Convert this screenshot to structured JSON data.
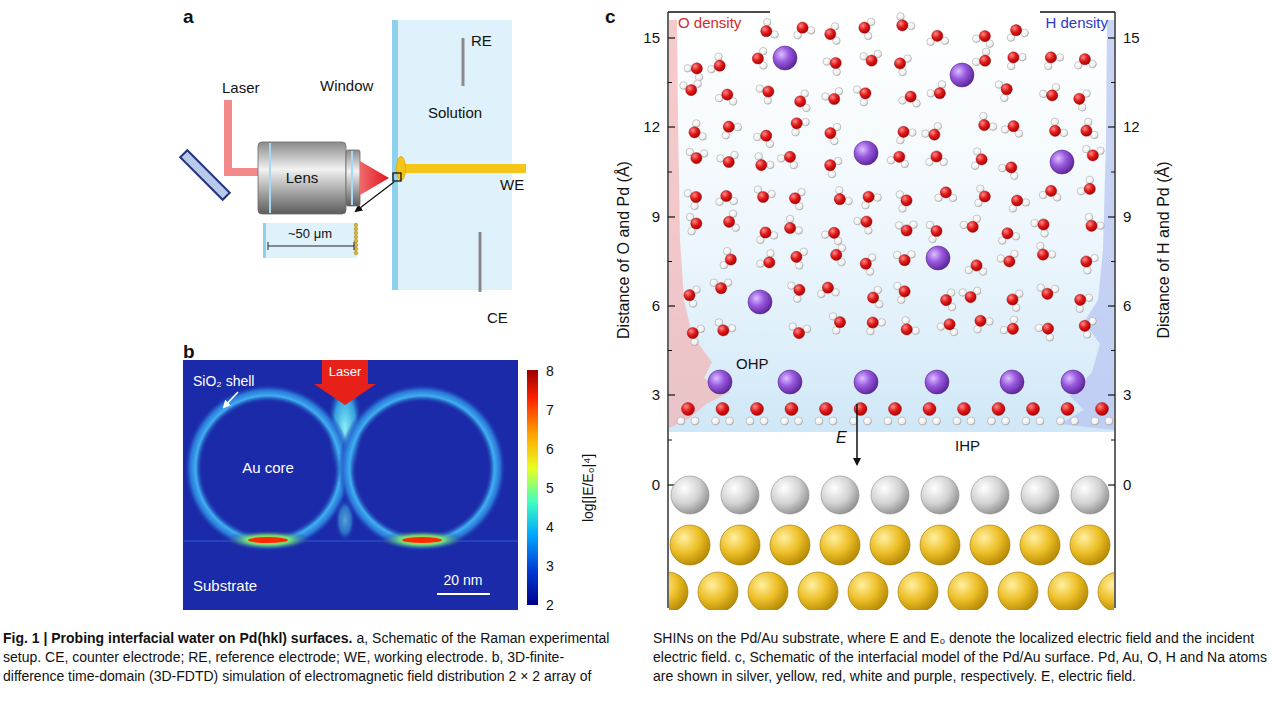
{
  "diagram": {
    "title": "Fig. 1 | Probing interfacial water on Pd(hkl) surfaces.",
    "caption": "a, Schematic of the Raman experimental setup. CE, counter electrode; RE, reference electrode; WE, working electrode. b, 3D-finite-difference time-domain (3D-FDTD) simulation of electromagnetic field distribution 2 × 2 array of SHINs on the Pd/Au substrate, where E and E₀ denote the localized electric field and the incident electric field. c, Schematic of the interfacial model of the Pd/Au surface. Pd, Au, O, H and Na atoms are shown in silver, yellow, red, white and purple, respectively. E, electric field.",
    "nodes": [
      {
        "text": [
          "Lens"
        ]
      },
      {
        "text": [
          "Solution"
        ]
      },
      {
        "text": [
          "Laser"
        ]
      },
      {
        "text": [
          "Au core"
        ]
      }
    ],
    "labels": [
      "a",
      "Laser",
      "Window",
      "RE",
      "WE",
      "~50 μm",
      "CE",
      "b",
      "SiO₂ shell",
      "Substrate",
      "20 nm",
      "8",
      "7",
      "6",
      "5",
      "4",
      "3",
      "2",
      "log[|E/E₀|⁴]",
      "c",
      "O density",
      "H density",
      "15",
      "12",
      "9",
      "6",
      "3",
      "0",
      "15",
      "12",
      "9",
      "6",
      "3",
      "0",
      "OHP",
      "IHP",
      "E",
      "Distance of O and Pd (Å)",
      "Distance of H and Pd (Å)"
    ]
  }
}
